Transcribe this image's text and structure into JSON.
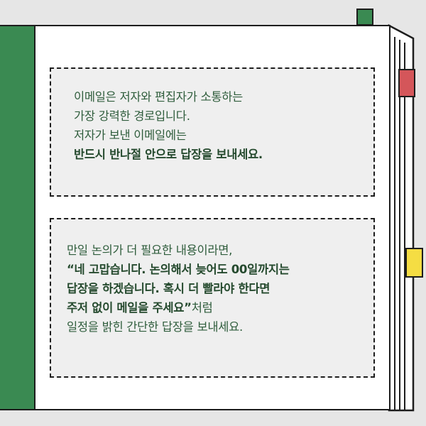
{
  "box1": {
    "line1": "이메일은 저자와 편집자가 소통하는",
    "line2": "가장 강력한 경로입니다.",
    "line3": "저자가 보낸 이메일에는",
    "line4": "반드시 반나절 안으로 답장을 보내세요."
  },
  "box2": {
    "line1": "만일 논의가 더 필요한 내용이라면,",
    "line2": "“네 고맙습니다. 논의해서 늦어도 00일까지는",
    "line3": "답장을 하겠습니다. 혹시 더 빨라야 한다면",
    "line4_bold": "주저 없이 메일을 주세요”",
    "line4_rest": "처럼",
    "line5": "일정을 밝힌 간단한 답장을 보내세요."
  },
  "colors": {
    "spine": "#3a8a52",
    "tab_top": "#3a8a52",
    "tab_red": "#d4565a",
    "tab_yellow": "#f5dd43",
    "text": "#2f5d3c",
    "box_bg": "#efefef",
    "background": "#e6e6e6"
  }
}
